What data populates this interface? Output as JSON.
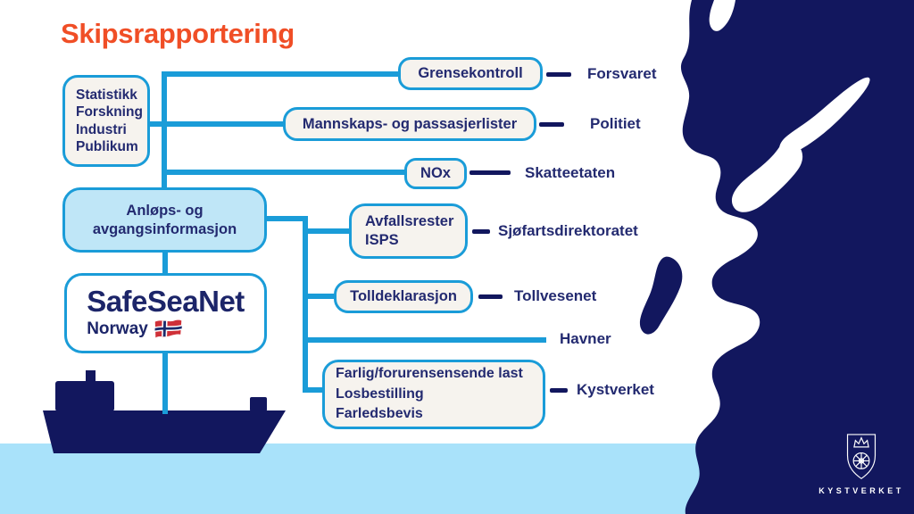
{
  "title": "Skipsrapportering",
  "colors": {
    "accent_orange": "#f04e26",
    "line_cyan": "#1a9cd8",
    "deep_navy": "#12175e",
    "text_navy": "#232a70",
    "report_box_fill": "#f6f3ee",
    "hub_box_fill": "#bfe6f7",
    "water": "#a9e2fa"
  },
  "sources_box": {
    "lines": [
      "Statistikk",
      "Forskning",
      "Industri",
      "Publikum"
    ]
  },
  "hub_box": {
    "lines": [
      "Anløps- og",
      "avgangsinformasjon"
    ]
  },
  "system_box": {
    "name": "SafeSeaNet",
    "country": "Norway",
    "flag_icon": "norwegian-flag-icon"
  },
  "reports": [
    {
      "label": "Grensekontroll",
      "agency": "Forsvaret"
    },
    {
      "label": "Mannskaps- og passasjerlister",
      "agency": "Politiet"
    },
    {
      "label": "NOx",
      "agency": "Skatteetaten"
    },
    {
      "labels": [
        "Avfallsrester",
        "ISPS"
      ],
      "agency": "Sjøfartsdirektoratet"
    },
    {
      "label": "Tolldeklarasjon",
      "agency": "Tollvesenet"
    },
    {
      "agency": "Havner"
    },
    {
      "labels": [
        "Farlig/forurensensende last",
        "Losbestilling",
        "Farledsbevis"
      ],
      "agency": "Kystverket"
    }
  ],
  "logo": {
    "text": "KYSTVERKET",
    "crest_icon": "kystverket-crest-icon"
  },
  "graphics": {
    "ship_icon": "cargo-ship-silhouette-icon",
    "map_graphic": "norway-coastline-map"
  }
}
